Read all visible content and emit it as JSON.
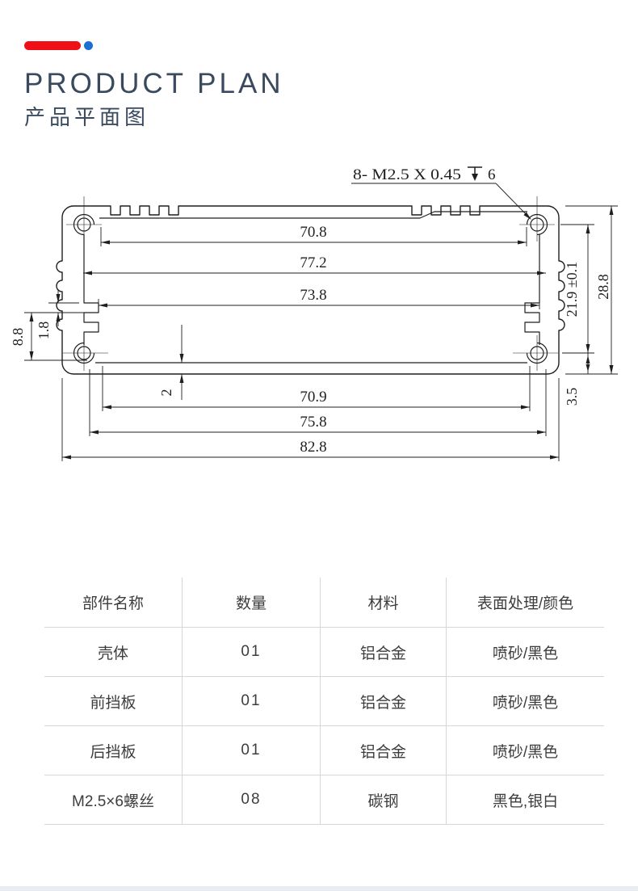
{
  "page": {
    "background": "#ffffff",
    "footer_bar_color": "#e9edf2"
  },
  "header": {
    "accent_bar_color": "#ee1016",
    "accent_dot_color": "#1c6fd2",
    "title": "PRODUCT PLAN",
    "subtitle": "产品平面图",
    "title_color": "#3a4a5e"
  },
  "drawing": {
    "line_color": "#1f1f1f",
    "callout": {
      "prefix": "8- M2.5 X 0.45",
      "depth_value": "6"
    },
    "dims": {
      "top_width_1": "70.8",
      "top_width_2": "77.2",
      "top_width_3": "73.8",
      "bottom_width_1": "70.9",
      "bottom_width_2": "75.8",
      "overall_width": "82.8",
      "left_height_outer": "8.8",
      "left_height_inner": "1.8",
      "wall_thickness": "2",
      "right_height_inner": "21.9 ±0.1",
      "overall_height": "28.8",
      "base_height": "3.5"
    }
  },
  "table": {
    "headers": [
      "部件名称",
      "数量",
      "材料",
      "表面处理/颜色"
    ],
    "rows": [
      [
        "壳体",
        "01",
        "铝合金",
        "喷砂/黑色"
      ],
      [
        "前挡板",
        "01",
        "铝合金",
        "喷砂/黑色"
      ],
      [
        "后挡板",
        "01",
        "铝合金",
        "喷砂/黑色"
      ],
      [
        "M2.5×6螺丝",
        "08",
        "碳钢",
        "黑色,银白"
      ]
    ],
    "grid_color": "#d6d6d6"
  }
}
